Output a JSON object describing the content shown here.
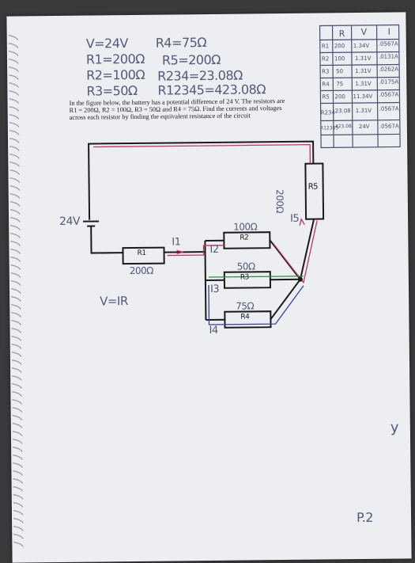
{
  "handwritten_givens": {
    "voltage": "V=24V",
    "r1": "R1=200Ω",
    "r2": "R2=100Ω",
    "r3": "R3=50Ω",
    "r4": "R4=75Ω",
    "r5": "R5=200Ω",
    "r234": "R234=23.08Ω",
    "r12345": "R12345=423.08Ω"
  },
  "problem_text": {
    "line1": "In the figure below, the battery has a potential difference of 24 V.  The resistors are",
    "line2": "R1 = 200Ω, R2 = 100Ω, R3 = 50Ω  and R4 = 75Ω.  Find the currents and voltages",
    "line3": "across each resistor by finding the equivalent resistance of the circuit"
  },
  "circuit": {
    "battery_label": "24V",
    "r1_label": "R1",
    "r1_value": "200Ω",
    "r2_label": "R2",
    "r2_value": "100Ω",
    "r3_label": "R3",
    "r3_value": "50Ω",
    "r4_label": "R4",
    "r4_value": "75Ω",
    "r5_label": "R5",
    "r5_value": "200Ω",
    "i1": "I1",
    "i2": "I2",
    "i3": "I3",
    "i4": "I4",
    "i5": "I5",
    "ohms_law": "V=IR"
  },
  "results_table": {
    "headers": [
      "R",
      "V",
      "I"
    ],
    "rows": [
      {
        "r": "R1",
        "ohms": "200",
        "v": "1.34V",
        "i": ".0567A"
      },
      {
        "r": "R2",
        "ohms": "100",
        "v": "1.31V",
        "i": ".0131A"
      },
      {
        "r": "R3",
        "ohms": "50",
        "v": "1.31V",
        "i": ".0262A"
      },
      {
        "r": "R4",
        "ohms": "75",
        "v": "1.31V",
        "i": ".0175A"
      },
      {
        "r": "R5",
        "ohms": "200",
        "v": "11.34V",
        "i": ".0567A"
      },
      {
        "r": "R234",
        "ohms": "23.08",
        "v": "1.31V",
        "i": ".0567A"
      },
      {
        "r": "R12345",
        "ohms": "423.08",
        "v": "24V",
        "i": ".0567A"
      }
    ]
  },
  "margin_note": "y",
  "page_number": "P.2"
}
